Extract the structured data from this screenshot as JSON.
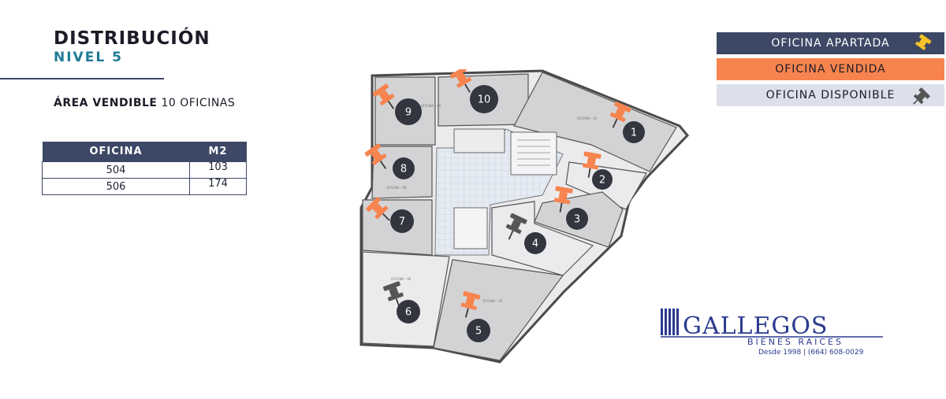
{
  "header": {
    "title": "DISTRIBUCIÓN",
    "subtitle": "NIVEL 5",
    "area_label": "ÁREA VENDIBLE",
    "area_value": "10 OFICINAS"
  },
  "table": {
    "headers": [
      "OFICINA",
      "M2"
    ],
    "rows": [
      [
        "504",
        "103"
      ],
      [
        "506",
        "174"
      ]
    ]
  },
  "legend": {
    "reserved": "OFICINA APARTADA",
    "sold": "OFICINA VENDIDA",
    "available": "OFICINA DISPONIBLE"
  },
  "colors": {
    "navy": "#3d4866",
    "orange": "#f7844e",
    "light": "#dde0ea",
    "pin_yellow": "#f4c327",
    "pin_gray": "#555555",
    "badge": "#33353f"
  },
  "plan": {
    "offices": [
      {
        "number": "1",
        "status": "sold"
      },
      {
        "number": "2",
        "status": "sold"
      },
      {
        "number": "3",
        "status": "sold"
      },
      {
        "number": "4",
        "status": "available"
      },
      {
        "number": "5",
        "status": "sold"
      },
      {
        "number": "6",
        "status": "available"
      },
      {
        "number": "7",
        "status": "sold"
      },
      {
        "number": "8",
        "status": "sold"
      },
      {
        "number": "9",
        "status": "sold"
      },
      {
        "number": "10",
        "status": "sold"
      }
    ]
  },
  "logo": {
    "name": "GALLEGOS",
    "tagline": "BIENES RAICES",
    "contact": "Desde 1998 | (664) 608-0029"
  }
}
